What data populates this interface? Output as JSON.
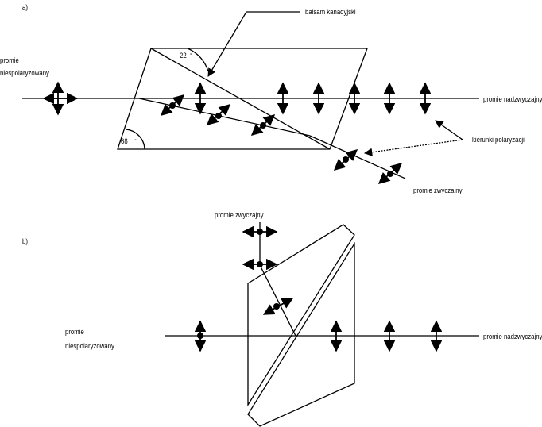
{
  "panel_a": {
    "label": "a)",
    "balsam": "balsam kanadyjski",
    "angle_top": "22",
    "angle_top_unit": "°",
    "angle_bottom": "68",
    "angle_bottom_unit": "°",
    "unpolarized_line1": "promie",
    "unpolarized_line2": "niespolaryzowany",
    "extraordinary": "promie  nadzwyczajny",
    "ordinary": "promie  zwyczajny",
    "pol_directions": "kierunki polaryzacji"
  },
  "panel_b": {
    "label": "b)",
    "ordinary": "promie  zwyczajny",
    "unpolarized_line1": "promie",
    "unpolarized_line2": "niespolaryzowany",
    "extraordinary": "promie  nadzwyczajny"
  }
}
